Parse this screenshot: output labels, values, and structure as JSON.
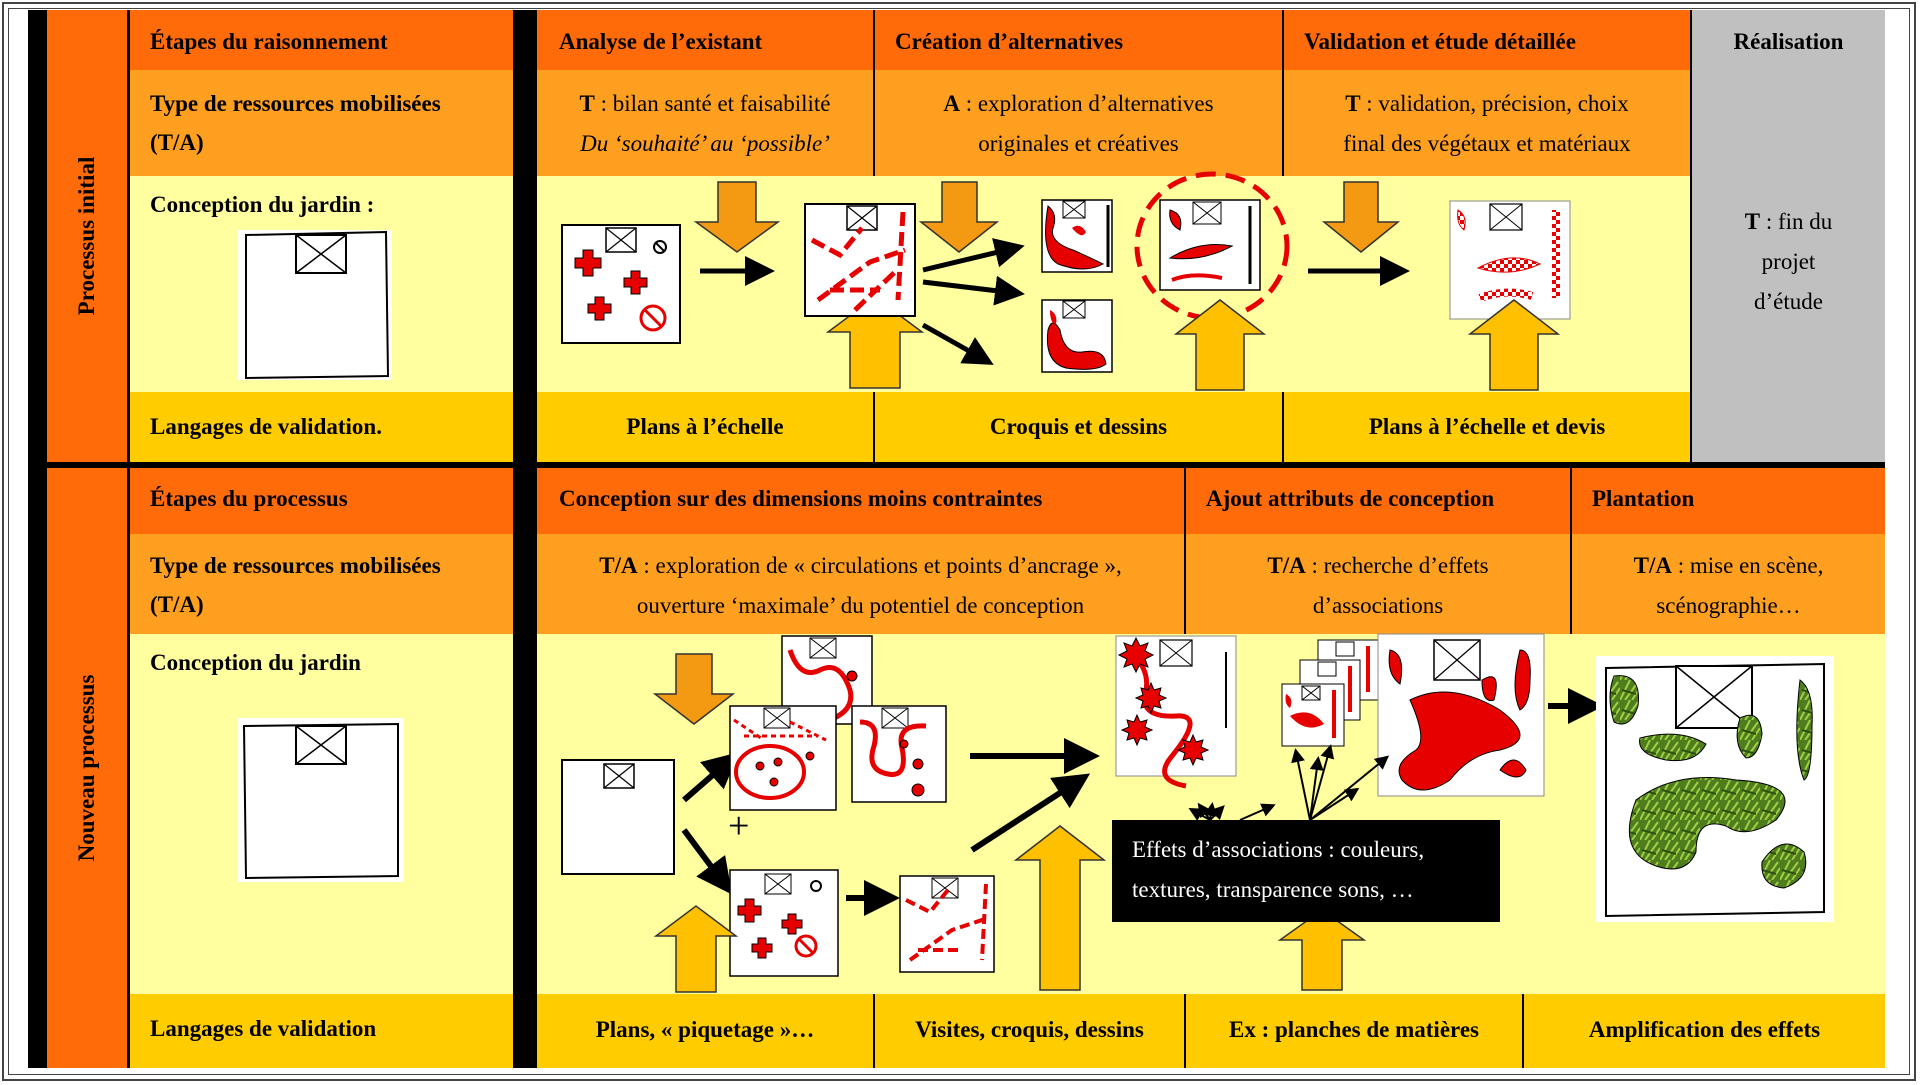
{
  "colors": {
    "dark_orange": "#ff6b08",
    "orange": "#ff9f20",
    "light_yellow": "#ffffa0",
    "yellow": "#ffcc00",
    "grey": "#c0c0c0",
    "red": "#e60000",
    "black": "#000000"
  },
  "top": {
    "side_label": "Processus initial",
    "labels": {
      "steps": "Étapes du raisonnement",
      "resources_line1": "Type de ressources mobilisées",
      "resources_line2": "(T/A)",
      "design": "Conception du jardin :",
      "languages": "Langages de validation."
    },
    "headers": [
      "Analyse de l’existant",
      "Création d’alternatives",
      "Validation et étude détaillée",
      "Réalisation"
    ],
    "resources": [
      {
        "code": "T",
        "line1": " : bilan santé et faisabilité",
        "line2": "Du ‘souhaité’ au ‘possible’"
      },
      {
        "code": "A",
        "line1": " : exploration d’alternatives",
        "line2": "originales et créatives"
      },
      {
        "code": "T",
        "line1": " : validation, précision, choix",
        "line2": "final des végétaux et matériaux"
      }
    ],
    "realisation_note": {
      "code": "T",
      "line1": " : fin du",
      "line2": "projet",
      "line3": "d’étude"
    },
    "languages": [
      "Plans à l’échelle",
      "Croquis et dessins",
      "Plans à l’échelle et devis"
    ]
  },
  "bottom": {
    "side_label": "Nouveau processus",
    "labels": {
      "steps": "Étapes du processus",
      "resources_line1": "Type de ressources mobilisées",
      "resources_line2": "(T/A)",
      "design": "Conception du jardin",
      "languages": "Langages de validation"
    },
    "headers": [
      "Conception sur des dimensions moins contraintes",
      "Ajout attributs de conception",
      "Plantation"
    ],
    "resources": [
      {
        "code": "T/A",
        "line1": " : exploration de « circulations et points d’ancrage »,",
        "line2": "ouverture ‘maximale’ du potentiel de conception"
      },
      {
        "code": "T/A",
        "line1": " : recherche d’effets",
        "line2": "d’associations"
      },
      {
        "code": "T/A",
        "line1": " : mise en scène,",
        "line2": "scénographie…"
      }
    ],
    "languages": [
      "Plans, « piquetage »…",
      "Visites, croquis, dessins",
      "Ex : planches de matières",
      "Amplification  des effets"
    ],
    "plus": "+",
    "effects_note": {
      "line1": "Effets d’associations : couleurs,",
      "line2": "textures, transparence sons, …"
    }
  }
}
